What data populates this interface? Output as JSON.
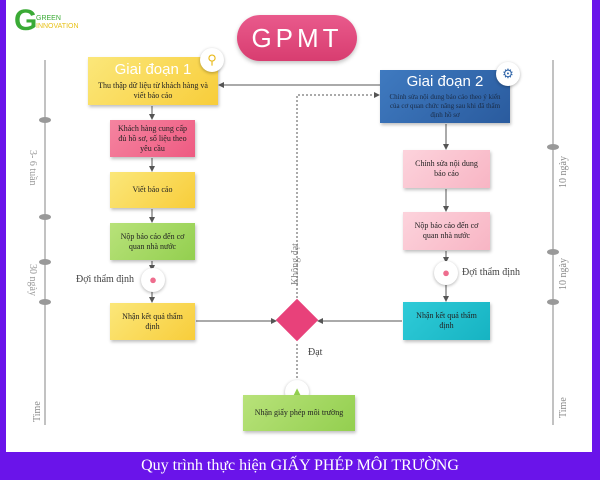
{
  "logo": {
    "letter": "G",
    "line1": "GREEN",
    "line2": "INNOVATION"
  },
  "title": "GPMT",
  "stage1": {
    "heading": "Giai đoạn 1",
    "text": "Thu thập dữ liệu từ khách hàng và viết báo cáo",
    "icon": "magnifier-icon"
  },
  "left_steps": [
    "Khách hàng cung cấp đủ hồ sơ, số liệu theo yêu cầu",
    "Viết báo cáo",
    "Nộp báo cáo đến cơ quan nhà nước",
    "Nhận kết quả thẩm định"
  ],
  "wait_label": "Đợi thẩm định",
  "stage2": {
    "heading": "Giai đoạn 2",
    "text": "Chỉnh sửa nội dung báo cáo theo ý kiến của cơ quan chức năng sau khi đã thẩm định hồ sơ",
    "icon": "gears-icon"
  },
  "right_steps": [
    "Chỉnh sửa nội dung báo cáo",
    "Nộp báo cáo đến cơ quan nhà nước",
    "Nhận kết quả thẩm định"
  ],
  "decision": {
    "fail": "Không đạt",
    "pass": "Đạt"
  },
  "final": "Nhận giấy phép môi trường",
  "timeline_left": {
    "labels": [
      "3- 6 tuần",
      "30 ngày"
    ],
    "axis": "Time"
  },
  "timeline_right": {
    "labels": [
      "10 ngày",
      "10 ngày"
    ],
    "axis": "Time"
  },
  "banner": "Quy trình thực hiện GIẤY PHÉP MÔI TRƯỜNG",
  "colors": {
    "frame": "#6a14ea",
    "pill": "#e0457b",
    "stage1": "#f8d94a",
    "stage2": "#2f64a8",
    "decision": "#e8417a"
  }
}
